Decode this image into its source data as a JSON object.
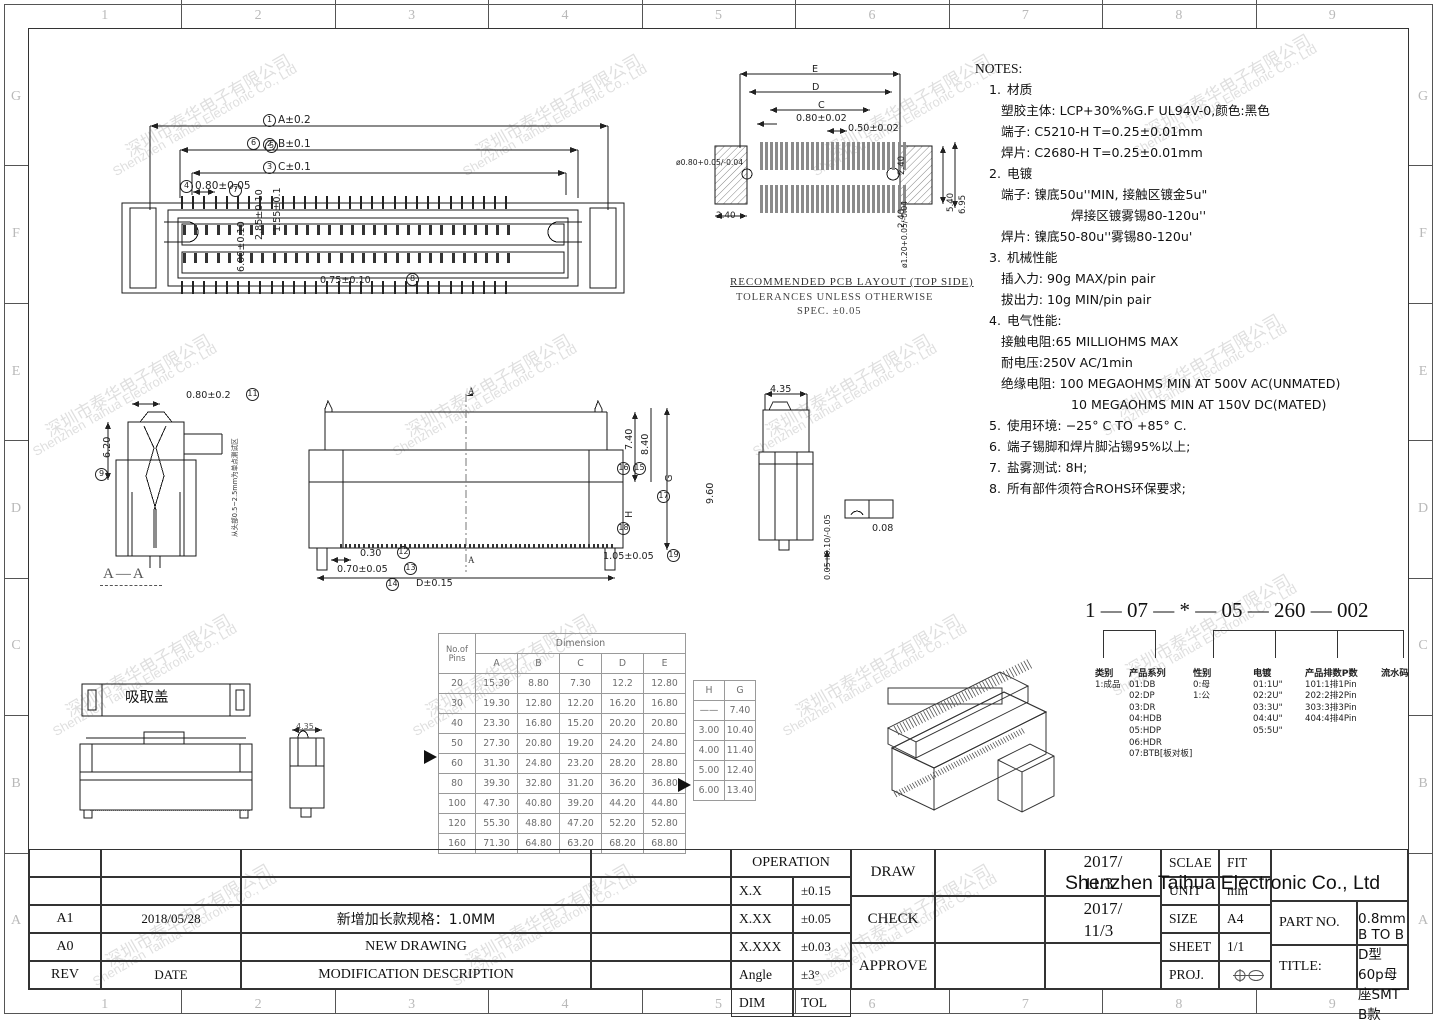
{
  "sheet": {
    "zones_top": [
      "1",
      "2",
      "3",
      "4",
      "5",
      "6",
      "7",
      "8",
      "9"
    ],
    "zones_bottom": [
      "1",
      "2",
      "3",
      "4",
      "5",
      "6",
      "7",
      "8",
      "9"
    ],
    "zones_left": [
      "G",
      "F",
      "E",
      "D",
      "C",
      "B",
      "A"
    ],
    "zones_right": [
      "G",
      "F",
      "E",
      "D",
      "C",
      "B",
      "A"
    ]
  },
  "notes": {
    "heading": "NOTES:",
    "items": [
      {
        "num": "1.",
        "title": "材质",
        "lines": [
          "塑胶主体: LCP+30%%G.F  UL94V-0,颜色:黑色",
          "端子: C5210-H  T=0.25±0.01mm",
          "焊片: C2680-H  T=0.25±0.01mm"
        ],
        "indent2": []
      },
      {
        "num": "2.",
        "title": "电镀",
        "lines": [
          "端子: 镍底50u''MIN, 接触区镀金5u\""
        ],
        "indent2": [
          "焊接区镀雾锡80-120u''"
        ],
        "lines2": [
          "焊片: 镍底50-80u''雾锡80-120u'"
        ]
      },
      {
        "num": "3.",
        "title": "机械性能",
        "lines": [
          "插入力: 90g MAX/pin pair",
          "拔出力: 10g MIN/pin pair"
        ],
        "indent2": []
      },
      {
        "num": "4.",
        "title": "电气性能:",
        "lines": [
          "接触电阻:65 MILLIOHMS MAX",
          "耐电压:250V AC/1min",
          "绝缘电阻:  100 MEGAOHMS MIN AT 500V AC(UNMATED)"
        ],
        "indent2": [
          "10 MEGAOHMS MIN AT 150V DC(MATED)"
        ]
      },
      {
        "num": "5.",
        "title": "使用环境: −25° C TO +85° C.",
        "lines": [],
        "indent2": []
      },
      {
        "num": "6.",
        "title": "端子锡脚和焊片脚沾锡95%以上;",
        "lines": [],
        "indent2": []
      },
      {
        "num": "7.",
        "title": "盐雾测试: 8H;",
        "lines": [],
        "indent2": []
      },
      {
        "num": "8.",
        "title": "所有部件须符合ROHS环保要求;",
        "lines": [],
        "indent2": []
      }
    ]
  },
  "top_view": {
    "dims": [
      {
        "id": "1",
        "text": "A±0.2"
      },
      {
        "id": "2",
        "text": "B±0.1"
      },
      {
        "id": "3",
        "text": "C±0.1"
      },
      {
        "id": "4",
        "text": "0.80±0.05"
      },
      {
        "id": "5",
        "text": "1.55±0.1"
      },
      {
        "id": "6",
        "text": "2.85±0.10"
      },
      {
        "id": "7",
        "text": "6.00±0.10"
      },
      {
        "id": "8",
        "text": "0.75±0.10"
      }
    ],
    "pin_count": 30
  },
  "pcb_layout": {
    "caption1": "RECOMMENDED PCB LAYOUT (TOP SIDE)",
    "caption2": "TOLERANCES UNLESS OTHERWISE",
    "caption3": "SPEC. ±0.05",
    "dims": [
      "E",
      "D",
      "C",
      "0.80±0.02",
      "0.50±0.02",
      "2.40",
      "2.40",
      "2.40",
      "5.40",
      "6.95",
      "ø0.80+0.05/-0.04",
      "ø1.20+0.05/-0.04"
    ]
  },
  "section_aa": {
    "label": "A—A",
    "dims": [
      {
        "id": "11",
        "text": "0.80±0.2"
      },
      {
        "id": "9",
        "text": "6.20"
      }
    ],
    "note_vertical": "从头部0.5~2.5mm为单点测试区"
  },
  "front_view": {
    "dims": [
      {
        "id": "12",
        "text": "0.30"
      },
      {
        "id": "13",
        "text": "0.70±0.05"
      },
      {
        "id": "14",
        "text": "D±0.15"
      },
      {
        "id": "15",
        "text": "8.40"
      },
      {
        "id": "16",
        "text": "7.40"
      },
      {
        "id": "17",
        "text": "G"
      },
      {
        "id": "18",
        "text": "H"
      },
      {
        "id": "19",
        "text": "1.05±0.05"
      }
    ],
    "section_mark": "A"
  },
  "side_view": {
    "dims": [
      "4.35",
      "9.60",
      "0.05+0.10/-0.05"
    ],
    "gdt_value": "0.08"
  },
  "pickup_cover": {
    "label": "吸取盖",
    "width_dim": "4.35"
  },
  "dimension_table": {
    "corner_header": "No.of\nPins",
    "group_header": "Dimension",
    "columns": [
      "A",
      "B",
      "C",
      "D",
      "E"
    ],
    "rows": [
      {
        "pins": "20",
        "values": [
          "15.30",
          "8.80",
          "7.30",
          "12.2",
          "12.80"
        ]
      },
      {
        "pins": "30",
        "values": [
          "19.30",
          "12.80",
          "12.20",
          "16.20",
          "16.80"
        ]
      },
      {
        "pins": "40",
        "values": [
          "23.30",
          "16.80",
          "15.20",
          "20.20",
          "20.80"
        ]
      },
      {
        "pins": "50",
        "values": [
          "27.30",
          "20.80",
          "19.20",
          "24.20",
          "24.80"
        ]
      },
      {
        "pins": "60",
        "values": [
          "31.30",
          "24.80",
          "23.20",
          "28.20",
          "28.80"
        ]
      },
      {
        "pins": "80",
        "values": [
          "39.30",
          "32.80",
          "31.20",
          "36.20",
          "36.80"
        ]
      },
      {
        "pins": "100",
        "values": [
          "47.30",
          "40.80",
          "39.20",
          "44.20",
          "44.80"
        ]
      },
      {
        "pins": "120",
        "values": [
          "55.30",
          "48.80",
          "47.20",
          "52.20",
          "52.80"
        ]
      },
      {
        "pins": "160",
        "values": [
          "71.30",
          "64.80",
          "63.20",
          "68.20",
          "68.80"
        ]
      }
    ],
    "marker_row_index": 4
  },
  "hg_table": {
    "columns": [
      "H",
      "G"
    ],
    "rows": [
      {
        "h": "——",
        "g": "7.40"
      },
      {
        "h": "3.00",
        "g": "10.40"
      },
      {
        "h": "4.00",
        "g": "11.40"
      },
      {
        "h": "5.00",
        "g": "12.40"
      },
      {
        "h": "6.00",
        "g": "13.40"
      }
    ],
    "marker_row_index": 4
  },
  "part_number": {
    "code": "1 — 07 — * — 05 — 260 — 002",
    "segments": [
      {
        "title": "类别",
        "options": [
          "1:成品"
        ]
      },
      {
        "title": "产品系列",
        "options": [
          "01:DB",
          "02:DP",
          "03:DR",
          "04:HDB",
          "05:HDP",
          "06:HDR",
          "07:BTB[板对板]"
        ]
      },
      {
        "title": "性别",
        "options": [
          "0:母",
          "1:公"
        ]
      },
      {
        "title": "电镀",
        "options": [
          "01:1U\"",
          "02:2U\"",
          "03:3U\"",
          "04:4U\"",
          "05:5U\""
        ]
      },
      {
        "title": "产品排数P数",
        "options": [
          "101:1排1Pin",
          "202:2排2Pin",
          "303:3排3Pin",
          "404:4排4Pin"
        ]
      },
      {
        "title": "流水码",
        "options": []
      }
    ]
  },
  "revision_table": {
    "headers": {
      "rev": "REV",
      "date": "DATE",
      "desc": "MODIFICATION DESCRIPTION"
    },
    "rows": [
      {
        "rev": "A1",
        "date": "2018/05/28",
        "desc": "新增加长款规格：1.0MM"
      },
      {
        "rev": "A0",
        "date": "",
        "desc": "NEW DRAWING"
      }
    ]
  },
  "tolerance_block": {
    "header": "OPERATION",
    "rows": [
      {
        "dim": "X.X",
        "tol": "±0.15"
      },
      {
        "dim": "X.XX",
        "tol": "±0.05"
      },
      {
        "dim": "X.XXX",
        "tol": "±0.03"
      },
      {
        "dim": "Angle",
        "tol": "±3°"
      }
    ],
    "footer": {
      "dim": "DIM",
      "tol": "TOL"
    }
  },
  "signoff": {
    "rows": [
      {
        "role": "DRAW",
        "name": "",
        "date": "2017/\n11/3"
      },
      {
        "role": "CHECK",
        "name": "",
        "date": "2017/\n11/3"
      },
      {
        "role": "APPROVE",
        "name": "",
        "date": ""
      }
    ]
  },
  "spec_block": {
    "rows": [
      {
        "k": "SCLAE",
        "v": "FIT"
      },
      {
        "k": "UNIT",
        "v": "mm"
      },
      {
        "k": "SIZE",
        "v": "A4"
      },
      {
        "k": "SHEET",
        "v": "1/1"
      },
      {
        "k": "PROJ.",
        "v": ""
      }
    ]
  },
  "title_block": {
    "company": "Shenzhen Taihua Electronic Co., Ltd",
    "part_no_label": "PART NO.",
    "part_no_value": "",
    "title_label": "TITLE:",
    "title_value": "0.8mm B TO B D型60p母座SMT B款"
  },
  "watermark": {
    "cn": "深圳市泰华电子有限公司",
    "en": "Shenzhen Taihua Electronic Co., Ltd"
  }
}
